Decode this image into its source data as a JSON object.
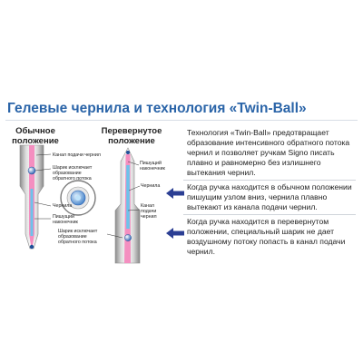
{
  "title": "Гелевые чернила и технология «Twin-Ball»",
  "left_heading": "Обычное положение",
  "right_heading": "Перевернутое положение",
  "labels": {
    "ink_channel": "Канал подачи чернил",
    "ball_prevents": "Шарик исключает образование обратного потока",
    "ink": "Чернила",
    "writing_tip": "Пишущий наконечник",
    "right_writing_tip": "Пишущий наконечник",
    "right_ink": "Чернила",
    "right_ink_channel": "Канал подачи чернил",
    "right_ball_prevents": "Шарик исключает образование обратного потока"
  },
  "paragraphs": {
    "intro": "Технология «Twin-Ball» предотвращает образование интенсивного обратного потока чернил и позволяет ручкам Signo писать плавно и равномерно без излишнего вытекания чернил.",
    "normal": "Когда ручка находится в обычном положении пишущим узлом вниз, чернила плавно вытекают из канала подачи чернил.",
    "inverted": "Когда ручка находится в перевернутом положении, специальный шарик не дает воздушному потоку попасть в канал подачи чернил."
  },
  "colors": {
    "title": "#2a64a8",
    "ink_pink": "#f48fc0",
    "ink_blue": "#6cc3ea",
    "metal_light": "#f3f3f3",
    "metal_dark": "#9a9a9a",
    "arrow": "#2b3e93"
  }
}
